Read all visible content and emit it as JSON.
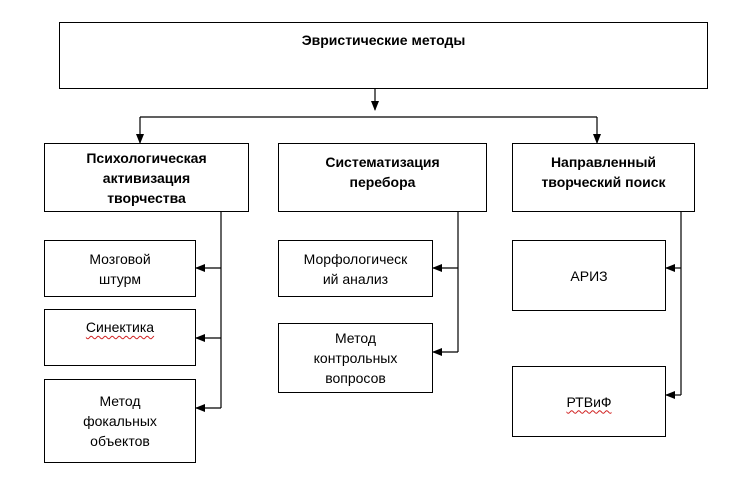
{
  "root": {
    "label": "Эвристические методы"
  },
  "categories": [
    {
      "label": "Психологическая\nактивизация\nтворчества"
    },
    {
      "label": "Систематизация\nперебора"
    },
    {
      "label": "Направленный\nтворческий  поиск"
    }
  ],
  "methods": [
    {
      "label": "Мозговой\nштурм"
    },
    {
      "label": "Синектика"
    },
    {
      "label": "Метод\nфокальных\nобъектов"
    },
    {
      "label": "Морфологическ\nий анализ"
    },
    {
      "label": "Метод\nконтрольных\nвопросов"
    },
    {
      "label": "АРИЗ"
    },
    {
      "label": "РТВиФ"
    }
  ]
}
